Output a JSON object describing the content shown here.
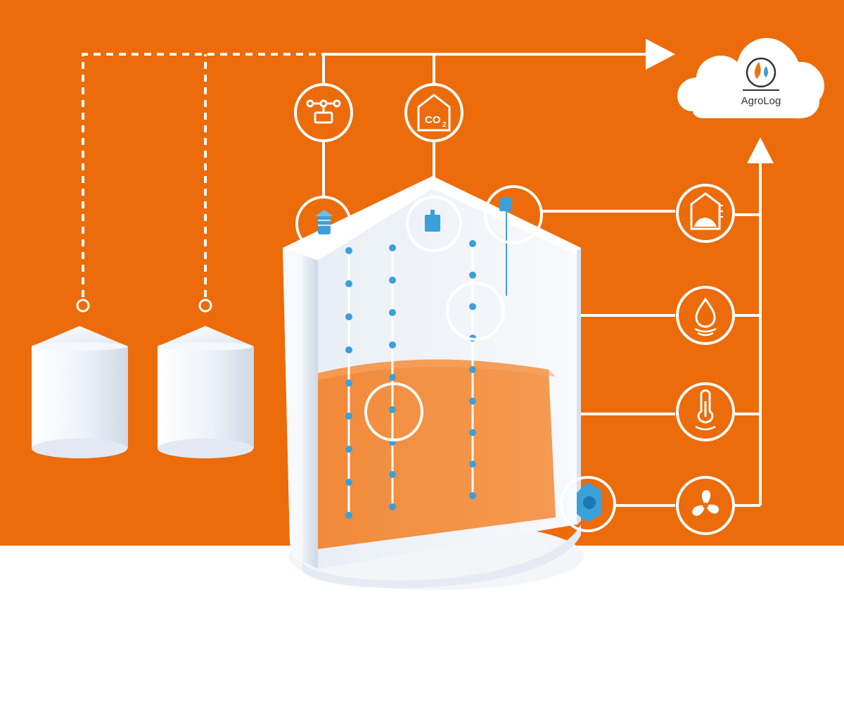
{
  "cloud": {
    "brand_label": "AgroLog"
  },
  "icons": {
    "co2_label": "CO",
    "co2_subscript": "2"
  },
  "colors": {
    "background": "#ec6b0a",
    "floor": "#ffffff",
    "line": "#ffffff",
    "grain": "#f08a3e",
    "sensor": "#3aa0d8",
    "silo_body": "#eef2f8",
    "silo_shadow": "#cdd6e3",
    "icon_dark": "#333333"
  },
  "nodes": [
    {
      "name": "weather-station-icon"
    },
    {
      "name": "co2-sensor-icon"
    },
    {
      "name": "grain-level-icon"
    },
    {
      "name": "moisture-icon"
    },
    {
      "name": "temperature-icon"
    },
    {
      "name": "fan-icon"
    }
  ]
}
